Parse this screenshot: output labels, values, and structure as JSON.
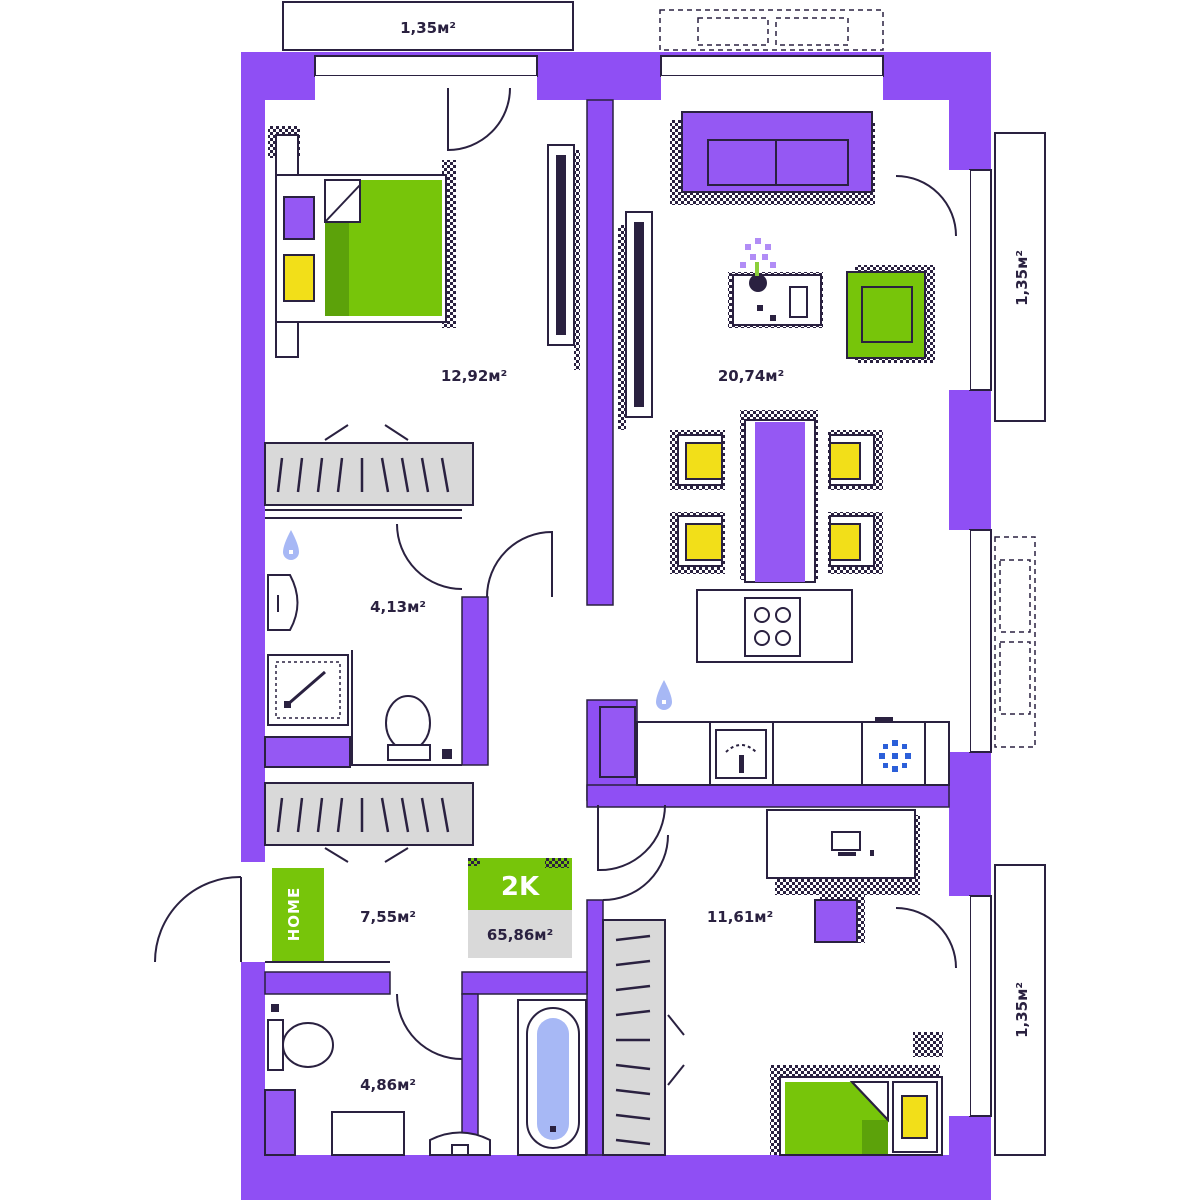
{
  "colors": {
    "wall": "#8f4ff4",
    "furniture_purple": "#9558f3",
    "bed_green": "#77c50a",
    "chair_yellow": "#f2df19",
    "grey": "#d9d9d9",
    "line": "#2a2140",
    "tap_blue": "#a7b8f5",
    "snow_blue": "#2b5fd9"
  },
  "rooms": {
    "bedroom1": {
      "area": "12,92м²"
    },
    "living_kitchen": {
      "area": "20,74м²"
    },
    "bathroom1": {
      "area": "4,13м²"
    },
    "hall": {
      "area": "7,55м²"
    },
    "bathroom2": {
      "area": "4,86м²"
    },
    "bedroom2": {
      "area": "11,61м²"
    }
  },
  "balconies": {
    "top": {
      "area": "1,35м²"
    },
    "right_upper": {
      "area": "1,35м²"
    },
    "right_lower": {
      "area": "1,35м²"
    }
  },
  "badge": {
    "type": "2K",
    "total": "65,86м²"
  },
  "home_sign": {
    "text": "HOME"
  },
  "icons": {
    "water": "water-drop-icon",
    "snow": "snowflake-icon",
    "flower": "flower-icon"
  }
}
